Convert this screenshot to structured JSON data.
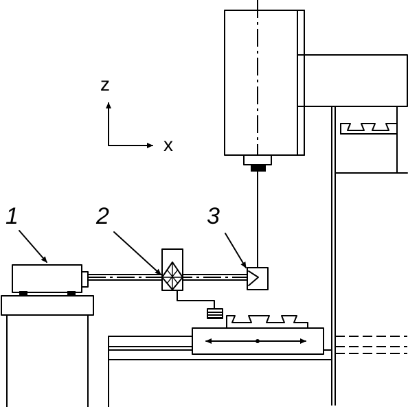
{
  "axes": {
    "z": "z",
    "x": "x"
  },
  "callouts": [
    {
      "id": "1",
      "text": "1"
    },
    {
      "id": "2",
      "text": "2"
    },
    {
      "id": "3",
      "text": "3"
    }
  ]
}
